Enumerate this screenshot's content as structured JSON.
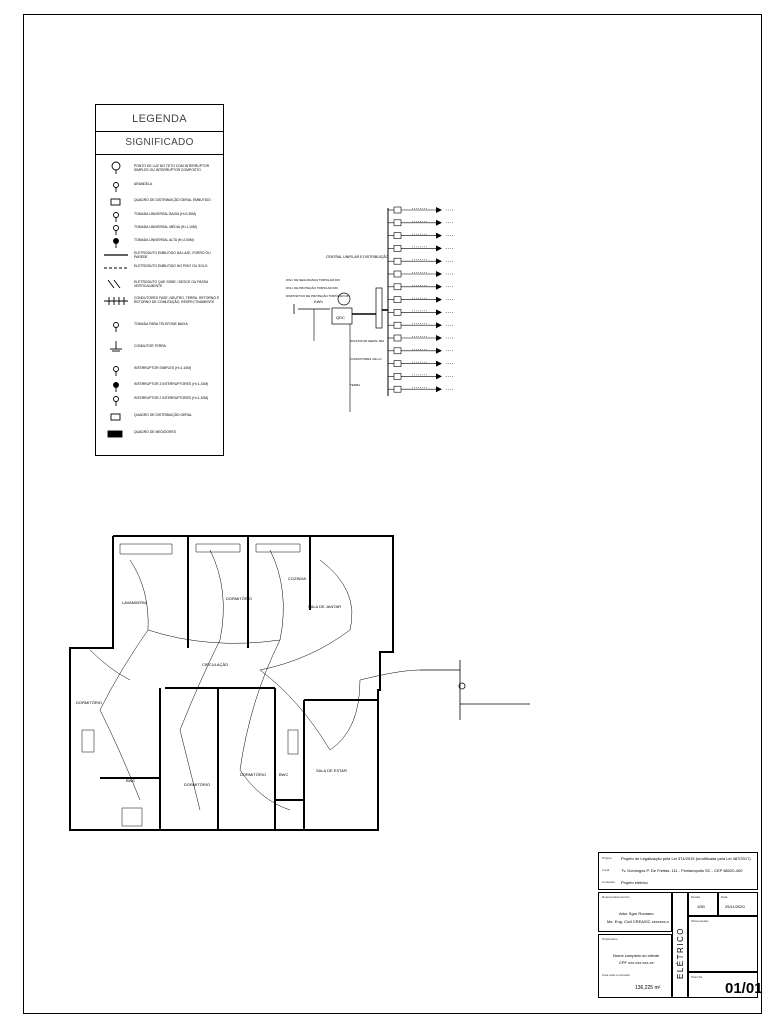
{
  "legend": {
    "title": "LEGENDA",
    "subtitle": "SIGNIFICADO",
    "items": [
      {
        "icon": "ceiling-light-icon",
        "text": "PONTO DE LUZ NO TETO COM INTERRUPTOR SIMPLES OU INTERRUPTOR COMPOSTO"
      },
      {
        "icon": "lamp-icon",
        "text": "ARANDELA"
      },
      {
        "icon": "distribution-board-icon",
        "text": "QUADRO DE DISTRIBUIÇÃO GERAL EMBUTIDO"
      },
      {
        "icon": "low-outlet-icon",
        "text": "TOMADA UNIVERSAL BAIXA (H=0,30M)"
      },
      {
        "icon": "mid-outlet-icon",
        "text": "TOMADA UNIVERSAL MÉDIA (H=1,10M)"
      },
      {
        "icon": "high-outlet-icon",
        "text": "TOMADA UNIVERSAL ALTA (H=2,00M)"
      },
      {
        "icon": "wall-conduit-icon",
        "text": "ELETRODUTO EMBUTIDO NA LAJE, FORRO OU PAREDE"
      },
      {
        "icon": "floor-conduit-icon",
        "text": "ELETRODUTO EMBUTIDO NO PISO OU SOLO"
      },
      {
        "icon": "conduit-down-icon",
        "text": "ELETRODUTO QUE SOBE / DESCE OU PASSA VERTICALMENTE"
      },
      {
        "icon": "wire-marks-icon",
        "text": "CONDUTORES FASE, NEUTRO, TERRA, RETORNO E RETORNO DE COMUTAÇÃO, RESPECTIVAMENTE"
      },
      {
        "icon": "telephone-outlet-icon",
        "text": "TOMADA PARA TELEFONE BAIXA"
      },
      {
        "icon": "ground-icon",
        "text": "CONDUTOR TERRA"
      },
      {
        "icon": "simple-switch-icon",
        "text": "INTERRUPTOR SIMPLES (H=1,10M)"
      },
      {
        "icon": "threeway-switch-icon",
        "text": "INTERRUPTOR 3 INTERRUPTORES (H=1,10M)"
      },
      {
        "icon": "double-switch-icon",
        "text": "INTERRUPTOR 2 INTERRUPTORES (H=1,10M)"
      },
      {
        "icon": "panel-icon",
        "text": "QUADRO DE DISTRIBUIÇÃO GERAL"
      },
      {
        "icon": "meter-icon",
        "text": "QUADRO DE MEDIDORES"
      }
    ]
  },
  "diagram": {
    "header": "CENTRAL UNIFILAR E DISTRIBUIÇÃO",
    "feed_notes": [
      "DISJ. DE SEGURANÇA TRIPOLAR DIN",
      "DISJ. DE PROTEÇÃO TRIPOLAR DIN",
      "DISPOSITIVO DE PROTEÇÃO TRIPOLAR DIN"
    ],
    "meter_label": "KWh",
    "box_label": "QDC",
    "lower_notes": [
      "DISJUNTOR GERAL 50A",
      "CONDUTORES 10mm²",
      "TERRA"
    ],
    "circuit_count": 15
  },
  "plan": {
    "rooms": [
      "LAVANDERIA",
      "DORMITÓRIO",
      "COZINHA",
      "SALA DE JANTAR",
      "CIRCULAÇÃO",
      "DORMITÓRIO",
      "DORMITÓRIO",
      "DORMITÓRIO",
      "BWC",
      "BWC",
      "SALA DE ESTAR"
    ]
  },
  "titleblock": {
    "project_label": "Projeto",
    "project_text": "Projeto de Legalização pela Lei 374/2015 (modificada pela Lei 487/2017)",
    "local_label": "Local",
    "local_text": "Tv. Domingos P. De Freitas, 111 - Florianópolis SC - CEP 88020-400",
    "content_label": "Conteúdo",
    "content_text": "Projeto elétrico",
    "author_label": "Responsável técnico",
    "author_name": "Artur Sgrò Romano",
    "author_reg": "Me. Eng. Civil CREA/SC xxxxxxx-x",
    "owner_label": "Proprietário",
    "owner_name": "Nome completo do cliente",
    "owner_id": "CPF xxx.xxx.xxx-xx",
    "area_label": "Área total construída",
    "area_value": "136,225 m²",
    "scale_label": "Escala",
    "scale_value": "1/50",
    "date_label": "Data",
    "date_value": "25/11/2020",
    "notes_label": "Observações",
    "discipline": "ELÉTRICO",
    "sheet_label": "Prancha",
    "sheet": "01/01"
  }
}
